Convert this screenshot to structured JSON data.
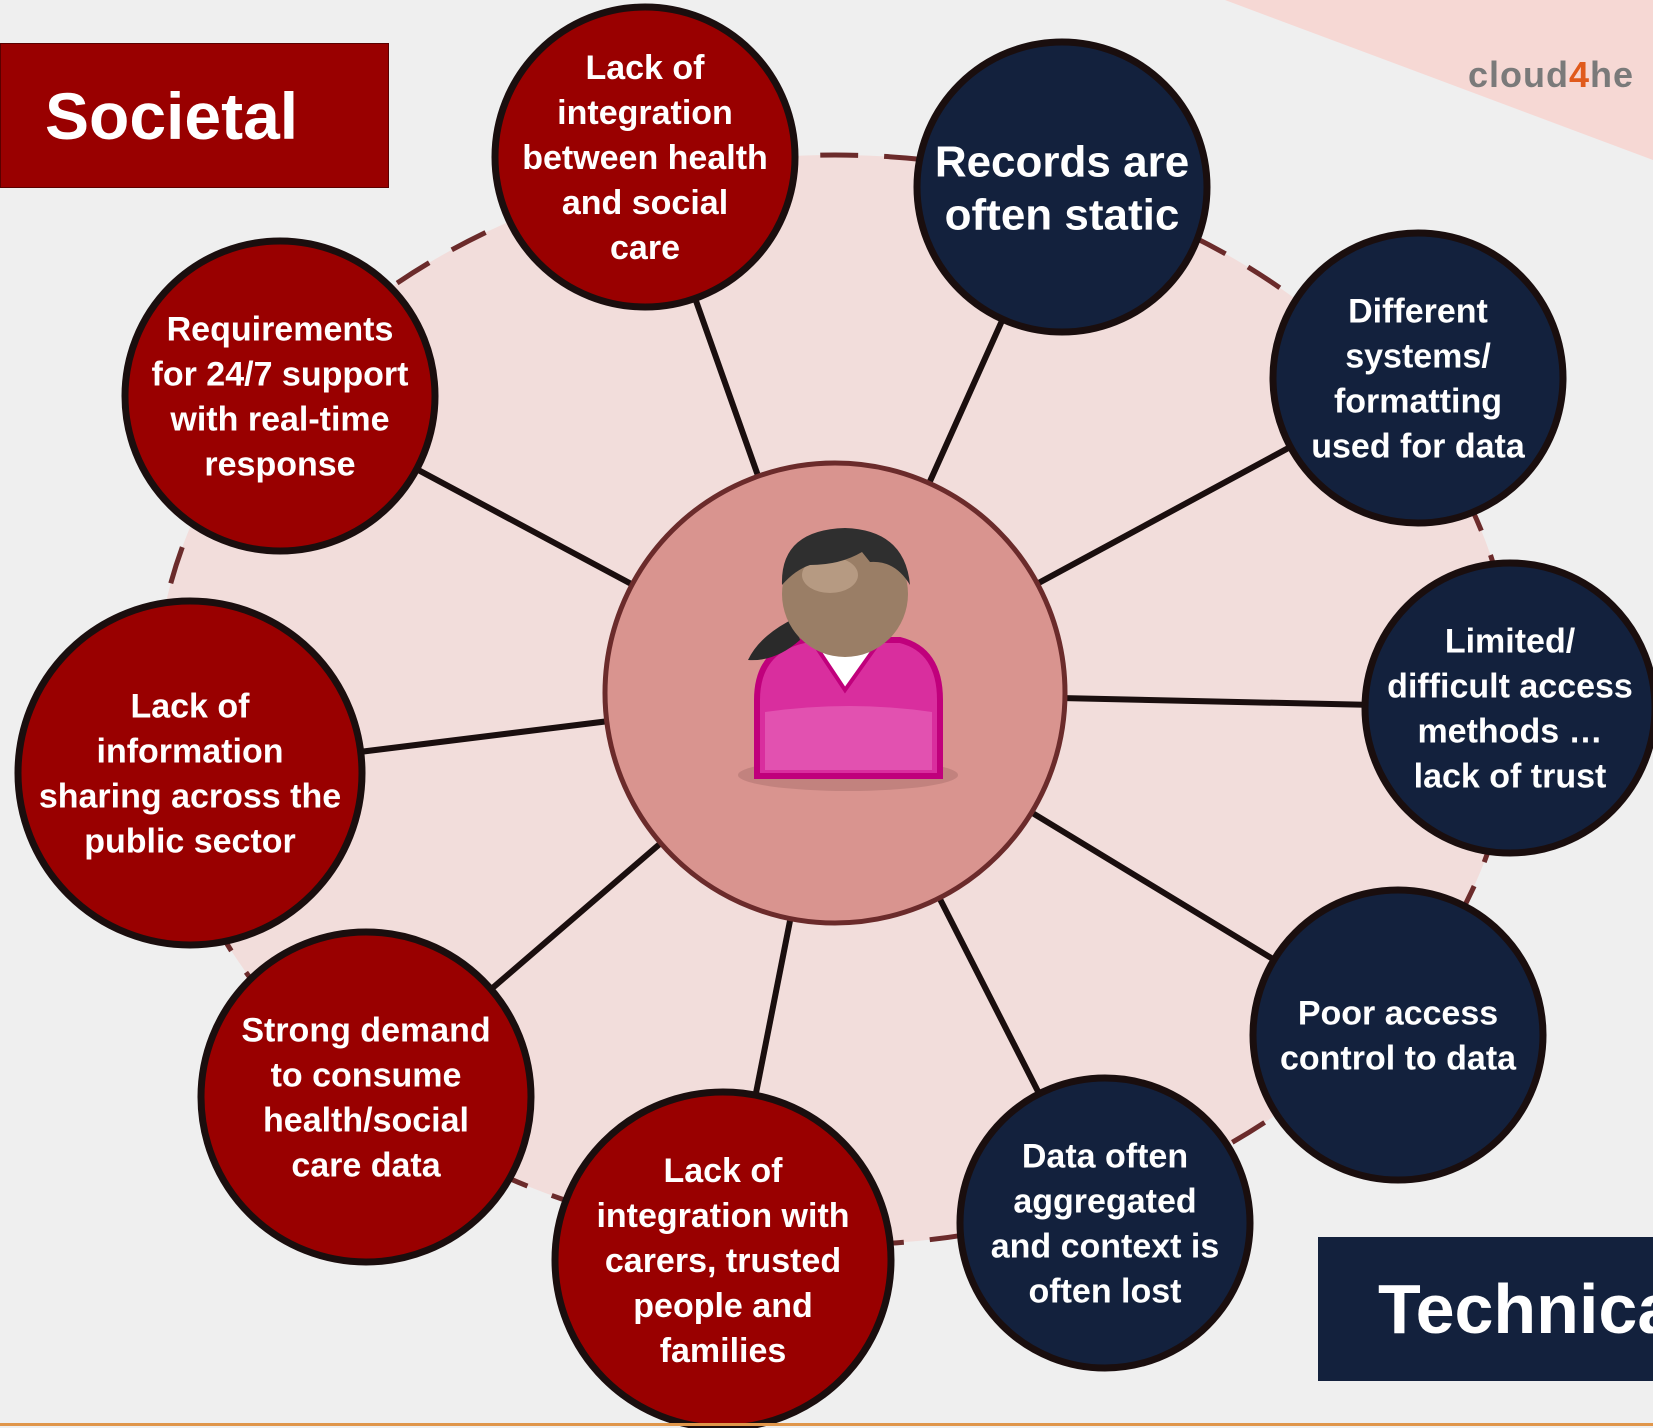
{
  "headings": {
    "societal": "Societal",
    "technical": "Technica"
  },
  "logo": {
    "prefix": "cloud",
    "digit": "4",
    "suffix": "he"
  },
  "colors": {
    "societal": "#990000",
    "technical": "#13213d",
    "ring": "#f2dddb",
    "center": "#d9948f",
    "outline": "#1a0e0e"
  },
  "center": {
    "icon": "person-icon"
  },
  "nodes": [
    {
      "group": "societal",
      "lines": [
        "Lack of",
        "integration",
        "between health",
        "and social",
        "care"
      ]
    },
    {
      "group": "technical",
      "lines": [
        "Records are",
        "often static"
      ]
    },
    {
      "group": "technical",
      "lines": [
        "Different",
        "systems/",
        "formatting",
        "used for data"
      ]
    },
    {
      "group": "technical",
      "lines": [
        "Limited/",
        "difficult access",
        "methods …",
        "lack of trust"
      ]
    },
    {
      "group": "technical",
      "lines": [
        "Poor access",
        "control to data"
      ]
    },
    {
      "group": "technical",
      "lines": [
        "Data often",
        "aggregated",
        "and context is",
        "often lost"
      ]
    },
    {
      "group": "societal",
      "lines": [
        "Lack of",
        "integration with",
        "carers, trusted",
        "people and",
        "families"
      ]
    },
    {
      "group": "societal",
      "lines": [
        "Strong demand",
        "to consume",
        "health/social",
        "care data"
      ]
    },
    {
      "group": "societal",
      "lines": [
        "Lack of",
        "information",
        "sharing across the",
        "public sector"
      ]
    },
    {
      "group": "societal",
      "lines": [
        "Requirements",
        "for 24/7 support",
        "with real-time",
        "response"
      ]
    }
  ]
}
